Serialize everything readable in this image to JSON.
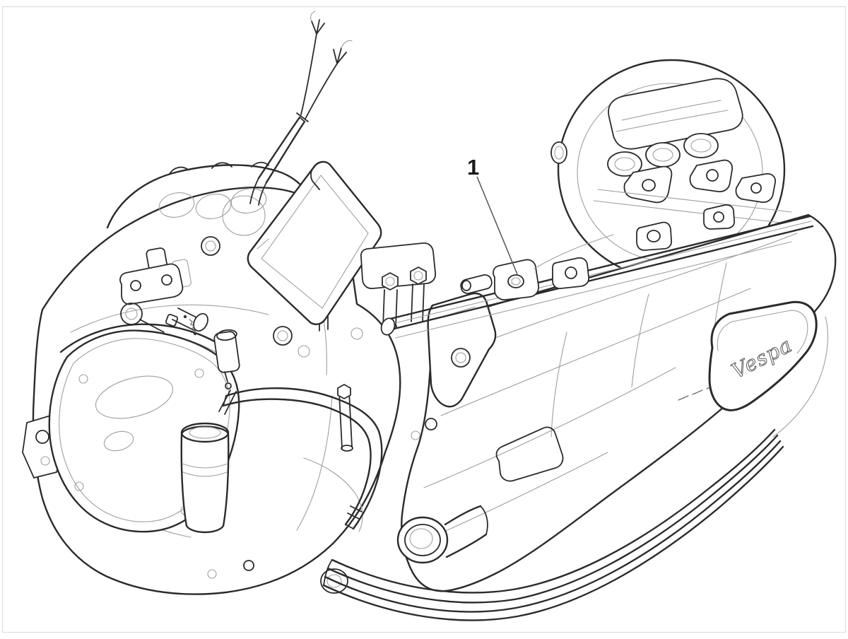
{
  "diagram": {
    "description": "engine-assembly-line-drawing",
    "background_color": "#ffffff",
    "line_color": "#2b2b2b",
    "light_line_color": "#9f9f9f",
    "leader_line_color": "#555555",
    "border_color": "#dadada",
    "engine_logo_text": "Vespa",
    "callouts": [
      {
        "label": "1"
      }
    ]
  }
}
